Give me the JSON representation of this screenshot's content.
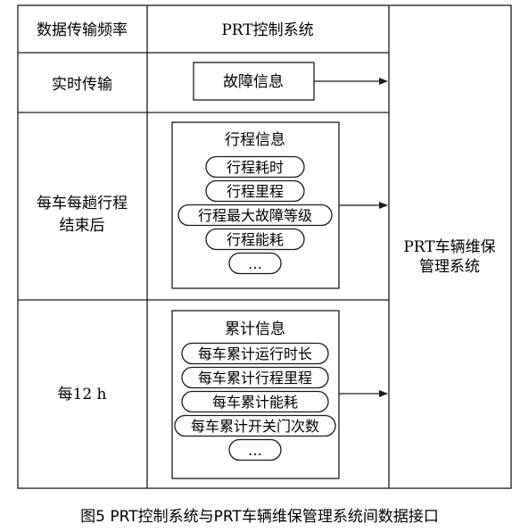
{
  "table": {
    "header_left": "数据传输频率",
    "header_right": "PRT控制系统",
    "row1_label": "实时传输",
    "row2_label_line1": "每车每趟行程",
    "row2_label_line2": "结束后",
    "row3_label": "每12 h"
  },
  "fault_box": {
    "label": "故障信息"
  },
  "trip_group": {
    "title": "行程信息",
    "items": [
      "行程耗时",
      "行程里程",
      "行程最大故障等级",
      "行程能耗",
      "…"
    ]
  },
  "cumulative_group": {
    "title": "累计信息",
    "items": [
      "每车累计运行时长",
      "每车累计行程里程",
      "每车累计能耗",
      "每车累计开关门次数",
      "…"
    ]
  },
  "target": {
    "line1": "PRT车辆维保",
    "line2": "管理系统"
  },
  "caption": "图5   PRT控制系统与PRT车辆维保管理系统间数据接口"
}
